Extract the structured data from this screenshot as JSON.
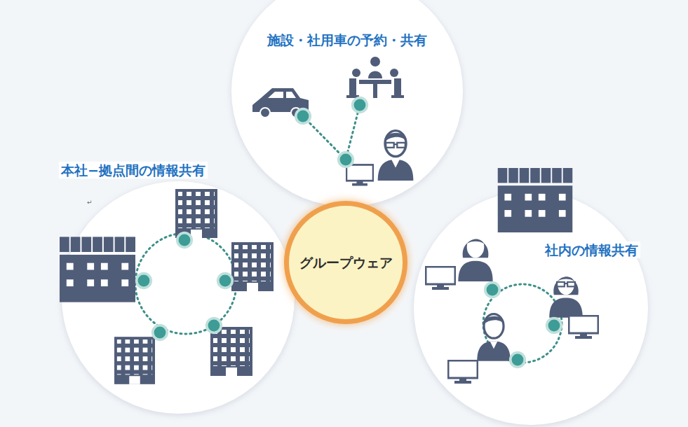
{
  "diagram": {
    "nodes": [
      {
        "text": [
          "施設・社用車の予約・共有"
        ]
      },
      {
        "text": [
          "本社−拠点間の情報共有"
        ]
      },
      {
        "text": [
          "グループウェア"
        ]
      },
      {
        "text": [
          "社内の情報共有"
        ]
      }
    ],
    "labels": [
      "↵"
    ]
  }
}
